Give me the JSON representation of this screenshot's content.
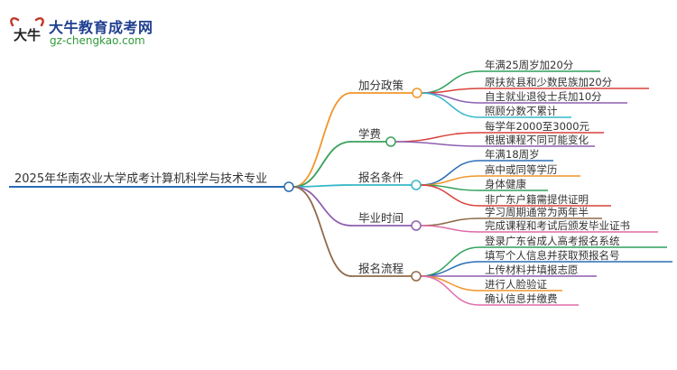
{
  "brand": {
    "title": "大牛教育成考网",
    "url": "gz-chengkao.com",
    "logo_glyph": "大牛",
    "colors": {
      "title": "#1f3f8f",
      "url": "#2f9a3a",
      "mark": "#c0392b"
    }
  },
  "mindmap": {
    "root": {
      "label": "2025年华南农业大学成考计算机科学与技术专业",
      "color": "#2a6db5"
    },
    "branches": [
      {
        "label": "加分政策",
        "color": "#f0962a",
        "children": [
          {
            "label": "年满25周岁加20分",
            "color": "#2fa05a"
          },
          {
            "label": "原扶贫县和少数民族加20分",
            "color": "#d9413a"
          },
          {
            "label": "自主就业退役士兵加10分",
            "color": "#8e5fb0"
          },
          {
            "label": "照顾分数不累计",
            "color": "#36b8c8"
          }
        ]
      },
      {
        "label": "学费",
        "color": "#3aa05a",
        "children": [
          {
            "label": "每学年2000至3000元",
            "color": "#d9413a"
          },
          {
            "label": "根据课程不同可能变化",
            "color": "#8e5fb0"
          }
        ]
      },
      {
        "label": "报名条件",
        "color": "#36b8c8",
        "children": [
          {
            "label": "年满18周岁",
            "color": "#2a6db5"
          },
          {
            "label": "高中或同等学历",
            "color": "#f0962a"
          },
          {
            "label": "身体健康",
            "color": "#2fa05a"
          },
          {
            "label": "非广东户籍需提供证明",
            "color": "#d9413a"
          }
        ]
      },
      {
        "label": "毕业时间",
        "color": "#8e5fb0",
        "children": [
          {
            "label": "学习周期通常为两年半",
            "color": "#8e6a4a"
          },
          {
            "label": "完成课程和考试后颁发毕业证书",
            "color": "#e06aa8"
          }
        ]
      },
      {
        "label": "报名流程",
        "color": "#8e6a4a",
        "children": [
          {
            "label": "登录广东省成人高考报名系统",
            "color": "#2fa05a"
          },
          {
            "label": "填写个人信息并获取预报名号",
            "color": "#2a6db5"
          },
          {
            "label": "上传材料并填报志愿",
            "color": "#8e5fb0"
          },
          {
            "label": "进行人脸验证",
            "color": "#f0962a"
          },
          {
            "label": "确认信息并缴费",
            "color": "#e06aa8"
          }
        ]
      }
    ]
  }
}
